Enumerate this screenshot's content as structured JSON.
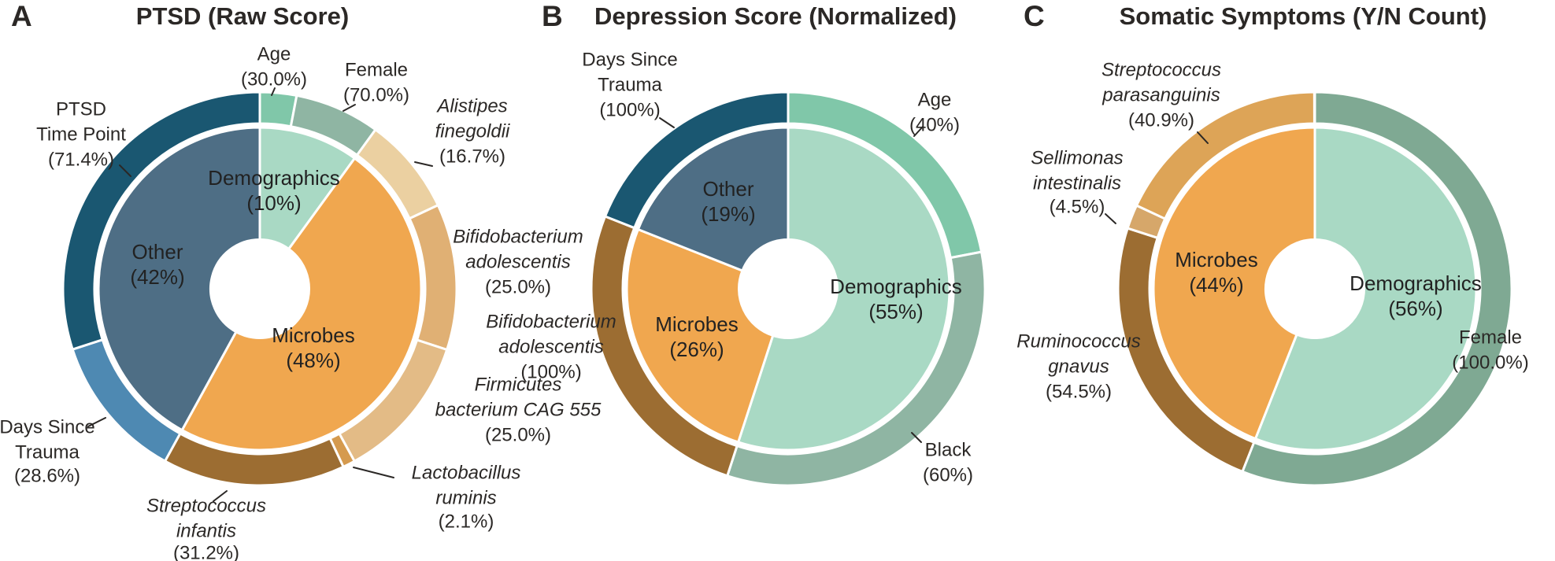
{
  "figure": {
    "background": "#ffffff",
    "text_color": "#2b2826",
    "leader_color": "#2b2826"
  },
  "chart_data": [
    {
      "type": "pie",
      "variant": "nested-donut-sunburst",
      "panel_letter": "A",
      "title": "PTSD (Raw Score)",
      "legend_position": "none",
      "inner_ring": [
        {
          "label": "Demographics",
          "value_pct": 10,
          "display_pct": "10%",
          "color": "#a9d9c4"
        },
        {
          "label": "Microbes",
          "value_pct": 48,
          "display_pct": "48%",
          "color": "#f0a74f"
        },
        {
          "label": "Other",
          "value_pct": 42,
          "display_pct": "42%",
          "color": "#4e6e85"
        }
      ],
      "outer_ring": [
        {
          "label": "Age",
          "parent": "Demographics",
          "pct_of_parent": 30.0,
          "display_pct": "30.0%",
          "color": "#80c7a9",
          "italic": false
        },
        {
          "label": "Female",
          "parent": "Demographics",
          "pct_of_parent": 70.0,
          "display_pct": "70.0%",
          "color": "#8fb5a3",
          "italic": false
        },
        {
          "label": "Alistipes finegoldii",
          "parent": "Microbes",
          "pct_of_parent": 16.7,
          "display_pct": "16.7%",
          "color": "#ebd0a1",
          "italic": true
        },
        {
          "label": "Bifidobacterium adolescentis",
          "parent": "Microbes",
          "pct_of_parent": 25.0,
          "display_pct": "25.0%",
          "color": "#e0b074",
          "italic": true
        },
        {
          "label": "Firmicutes bacterium CAG 555",
          "parent": "Microbes",
          "pct_of_parent": 25.0,
          "display_pct": "25.0%",
          "color": "#e3bb86",
          "italic": true
        },
        {
          "label": "Lactobacillus ruminis",
          "parent": "Microbes",
          "pct_of_parent": 2.1,
          "display_pct": "2.1%",
          "color": "#d59a4e",
          "italic": true
        },
        {
          "label": "Streptococcus infantis",
          "parent": "Microbes",
          "pct_of_parent": 31.2,
          "display_pct": "31.2%",
          "color": "#9c6d32",
          "italic": true
        },
        {
          "label": "Days Since Trauma",
          "parent": "Other",
          "pct_of_parent": 28.6,
          "display_pct": "28.6%",
          "color": "#4e89b2",
          "italic": false
        },
        {
          "label": "PTSD Time Point",
          "parent": "Other",
          "pct_of_parent": 71.4,
          "display_pct": "71.4%",
          "color": "#1a5771",
          "italic": false
        }
      ]
    },
    {
      "type": "pie",
      "variant": "nested-donut-sunburst",
      "panel_letter": "B",
      "title": "Depression Score (Normalized)",
      "legend_position": "none",
      "inner_ring": [
        {
          "label": "Demographics",
          "value_pct": 55,
          "display_pct": "55%",
          "color": "#a9d9c4"
        },
        {
          "label": "Microbes",
          "value_pct": 26,
          "display_pct": "26%",
          "color": "#f0a74f"
        },
        {
          "label": "Other",
          "value_pct": 19,
          "display_pct": "19%",
          "color": "#4e6e85"
        }
      ],
      "outer_ring": [
        {
          "label": "Age",
          "parent": "Demographics",
          "pct_of_parent": 40,
          "display_pct": "40%",
          "color": "#80c7a9",
          "italic": false
        },
        {
          "label": "Black",
          "parent": "Demographics",
          "pct_of_parent": 60,
          "display_pct": "60%",
          "color": "#8fb5a3",
          "italic": false
        },
        {
          "label": "Bifidobacterium adolescentis",
          "parent": "Microbes",
          "pct_of_parent": 100,
          "display_pct": "100%",
          "color": "#9c6d32",
          "italic": true
        },
        {
          "label": "Days Since Trauma",
          "parent": "Other",
          "pct_of_parent": 100,
          "display_pct": "100%",
          "color": "#1a5771",
          "italic": false
        }
      ]
    },
    {
      "type": "pie",
      "variant": "nested-donut-sunburst",
      "panel_letter": "C",
      "title": "Somatic Symptoms (Y/N Count)",
      "legend_position": "none",
      "inner_ring": [
        {
          "label": "Demographics",
          "value_pct": 56,
          "display_pct": "56%",
          "color": "#a9d9c4"
        },
        {
          "label": "Microbes",
          "value_pct": 44,
          "display_pct": "44%",
          "color": "#f0a74f"
        }
      ],
      "outer_ring": [
        {
          "label": "Female",
          "parent": "Demographics",
          "pct_of_parent": 100,
          "display_pct": "100.0%",
          "color": "#7fa993",
          "italic": false
        },
        {
          "label": "Ruminococcus gnavus",
          "parent": "Microbes",
          "pct_of_parent": 54.5,
          "display_pct": "54.5%",
          "color": "#9c6d32",
          "italic": true
        },
        {
          "label": "Sellimonas intestinalis",
          "parent": "Microbes",
          "pct_of_parent": 4.5,
          "display_pct": "4.5%",
          "color": "#d6a76a",
          "italic": true
        },
        {
          "label": "Streptococcus parasanguinis",
          "parent": "Microbes",
          "pct_of_parent": 40.9,
          "display_pct": "40.9%",
          "color": "#dda457",
          "italic": true
        }
      ]
    }
  ]
}
